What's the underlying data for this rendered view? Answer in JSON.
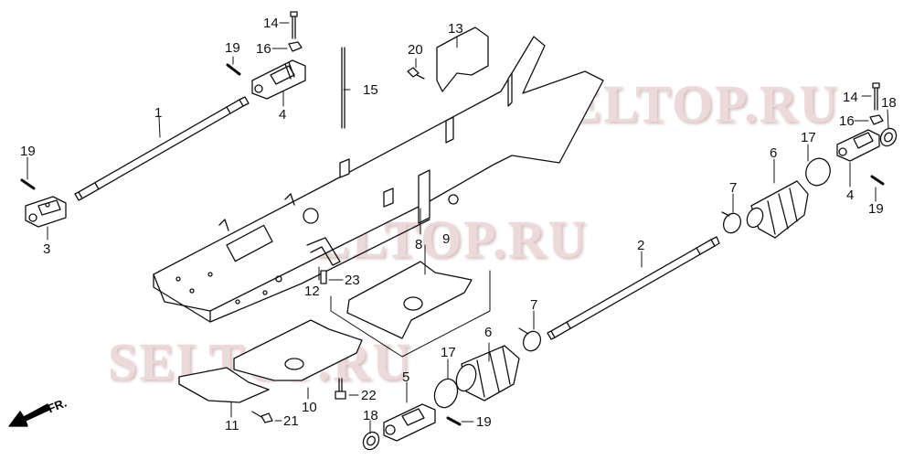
{
  "diagram": {
    "type": "exploded parts diagram",
    "subject": "frame / drive shaft assembly",
    "direction_indicator": "FR.",
    "watermarks": [
      "SELTOP.RU",
      "SELTOP.RU",
      "SELTOP.RU"
    ],
    "watermark_color": "#e9d3d3",
    "line_color": "#111111"
  },
  "callouts": [
    {
      "id": "c1",
      "label": "1",
      "part": "propeller shaft (front)"
    },
    {
      "id": "c2",
      "label": "2",
      "part": "propeller shaft (rear)"
    },
    {
      "id": "c3",
      "label": "3",
      "part": "universal joint (front)"
    },
    {
      "id": "c4a",
      "label": "4",
      "part": "universal joint"
    },
    {
      "id": "c4b",
      "label": "4",
      "part": "universal joint"
    },
    {
      "id": "c5",
      "label": "5",
      "part": "universal joint"
    },
    {
      "id": "c6a",
      "label": "6",
      "part": "boot"
    },
    {
      "id": "c6b",
      "label": "6",
      "part": "boot"
    },
    {
      "id": "c7a",
      "label": "7",
      "part": "boot band"
    },
    {
      "id": "c7b",
      "label": "7",
      "part": "boot band"
    },
    {
      "id": "c8",
      "label": "8",
      "part": "frame"
    },
    {
      "id": "c9",
      "label": "9",
      "part": "skid plate"
    },
    {
      "id": "c10",
      "label": "10",
      "part": "skid plate"
    },
    {
      "id": "c11",
      "label": "11",
      "part": "plate"
    },
    {
      "id": "c12",
      "label": "12",
      "part": "pipe"
    },
    {
      "id": "c13",
      "label": "13",
      "part": "bracket"
    },
    {
      "id": "c14a",
      "label": "14",
      "part": "bolt"
    },
    {
      "id": "c14b",
      "label": "14",
      "part": "bolt"
    },
    {
      "id": "c15",
      "label": "15",
      "part": "stud bolt"
    },
    {
      "id": "c16a",
      "label": "16",
      "part": "nut"
    },
    {
      "id": "c16b",
      "label": "16",
      "part": "nut"
    },
    {
      "id": "c17a",
      "label": "17",
      "part": "ring"
    },
    {
      "id": "c17b",
      "label": "17",
      "part": "ring"
    },
    {
      "id": "c18a",
      "label": "18",
      "part": "seal"
    },
    {
      "id": "c18b",
      "label": "18",
      "part": "seal"
    },
    {
      "id": "c19a",
      "label": "19",
      "part": "pin"
    },
    {
      "id": "c19b",
      "label": "19",
      "part": "pin"
    },
    {
      "id": "c19c",
      "label": "19",
      "part": "pin"
    },
    {
      "id": "c19d",
      "label": "19",
      "part": "pin"
    },
    {
      "id": "c20",
      "label": "20",
      "part": "bolt"
    },
    {
      "id": "c21",
      "label": "21",
      "part": "bolt"
    },
    {
      "id": "c22",
      "label": "22",
      "part": "bolt"
    },
    {
      "id": "c23",
      "label": "23",
      "part": "grease fitting"
    }
  ]
}
